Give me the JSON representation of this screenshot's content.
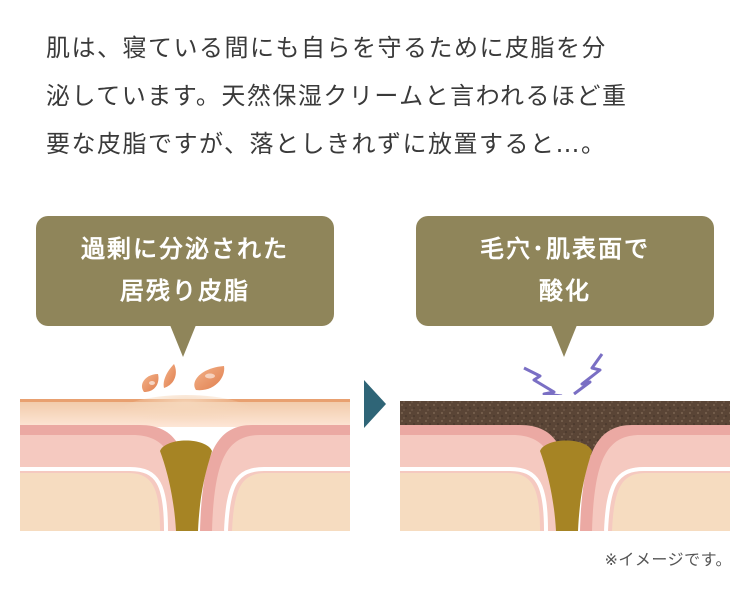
{
  "intro": {
    "lines": [
      "肌は、寝ている間にも自らを守るために皮脂を分",
      "泌しています。天然保湿クリームと言われるほど重",
      "要な皮脂ですが、落としきれずに放置すると…。"
    ]
  },
  "bubbles": {
    "left": {
      "line1": "過剰に分泌された",
      "line2": "居残り皮脂"
    },
    "right": {
      "line1": "毛穴･肌表面で",
      "line2": "酸化"
    }
  },
  "note": "※イメージです。",
  "colors": {
    "bubble": "#8f855a",
    "arrow": "#2f6577",
    "skin_pink": "#eba9a3",
    "skin_inner": "#f5c9c0",
    "skin_cream": "#f6dcc0",
    "sebum": "#a68424",
    "oxidized": "#5a4536",
    "drops": "#e89060",
    "bolts": "#7a6fc4"
  },
  "icons": {
    "arrow": "play-triangle-icon",
    "drops": "sebum-droplet-icon",
    "bolts": "lightning-icon"
  }
}
